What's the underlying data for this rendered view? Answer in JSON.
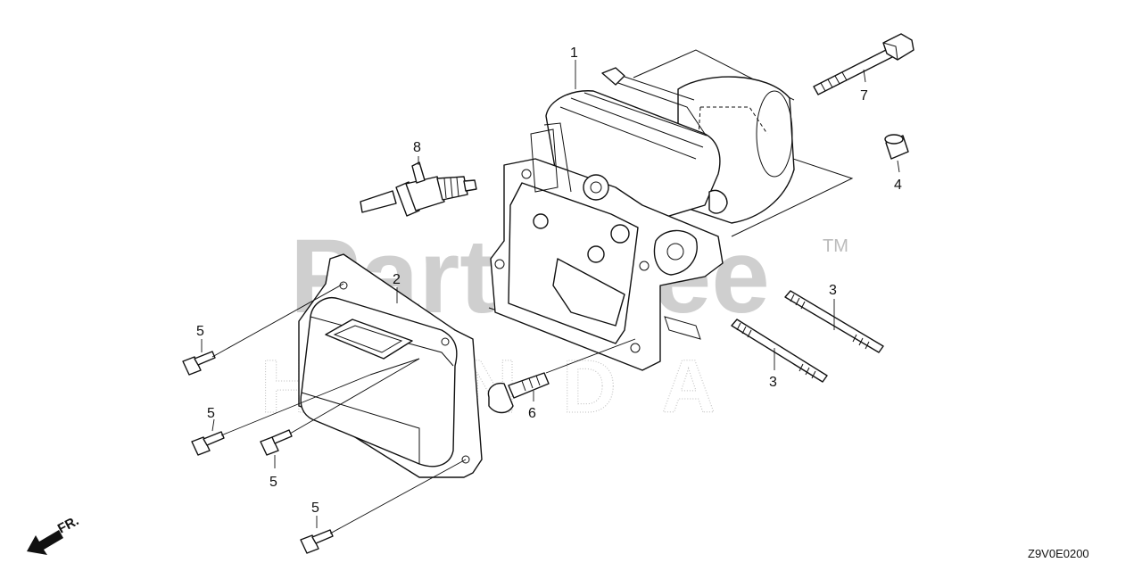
{
  "watermark": {
    "brand": "PartsTree",
    "trademark": "TM",
    "maker": "HONDA"
  },
  "callouts": [
    {
      "id": "1",
      "label": "1"
    },
    {
      "id": "2",
      "label": "2"
    },
    {
      "id": "3a",
      "label": "3"
    },
    {
      "id": "3b",
      "label": "3"
    },
    {
      "id": "4",
      "label": "4"
    },
    {
      "id": "5a",
      "label": "5"
    },
    {
      "id": "5b",
      "label": "5"
    },
    {
      "id": "5c",
      "label": "5"
    },
    {
      "id": "5d",
      "label": "5"
    },
    {
      "id": "6",
      "label": "6"
    },
    {
      "id": "7",
      "label": "7"
    },
    {
      "id": "8",
      "label": "8"
    }
  ],
  "direction": {
    "label": "FR.",
    "icon": "front-arrow-icon"
  },
  "diagram_code": "Z9V0E0200"
}
